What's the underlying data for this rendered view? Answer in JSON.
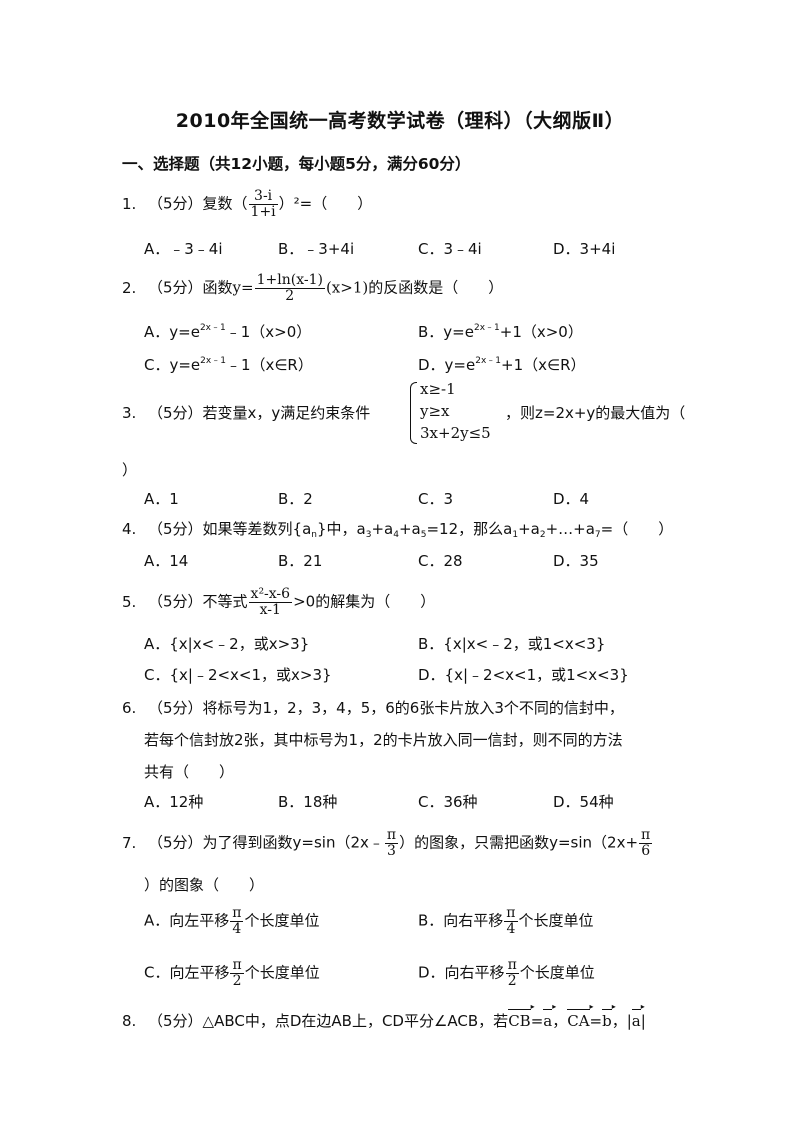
{
  "title": "2010年全国统一高考数学试卷（理科）（大纲版Ⅱ）",
  "section": "一、选择题（共12小题，每小题5分，满分60分）",
  "q1": {
    "num": "1.",
    "pre": "（5分）复数（",
    "frac_n": "3-i",
    "frac_d": "1+i",
    "post": "）²=（　　）",
    "options": [
      "A．﹣3﹣4i",
      "B．﹣3+4i",
      "C．3﹣4i",
      "D．3+4i"
    ]
  },
  "q2": {
    "num": "2.",
    "pre": "（5分）函数",
    "expr_pre": "y=",
    "frac_n": "1+ln(x-1)",
    "frac_d": "2",
    "expr_post": "(x>1)",
    "post": "的反函数是（　　）",
    "options": [
      {
        "pre": "A．y=e",
        "sup": "2x﹣1",
        "post": "﹣1（x>0）"
      },
      {
        "pre": "B．y=e",
        "sup": "2x﹣1",
        "post": "+1（x>0）"
      },
      {
        "pre": "C．y=e",
        "sup": "2x﹣1",
        "post": "﹣1（x∈R）"
      },
      {
        "pre": "D．y=e",
        "sup": "2x﹣1",
        "post": "+1（x∈R）"
      }
    ]
  },
  "q3": {
    "num": "3.",
    "pre": "（5分）若变量x，y满足约束条件",
    "conditions": [
      "x≥-1",
      "y≥x",
      "3x+2y≤5"
    ],
    "post": "，则z=2x+y的最大值为（",
    "cont": "）",
    "options": [
      "A．1",
      "B．2",
      "C．3",
      "D．4"
    ]
  },
  "q4": {
    "num": "4.",
    "text_a": "（5分）如果等差数列{a",
    "text_b": "}中，a",
    "text_c": "+a",
    "text_d": "+a",
    "text_e": "=12，那么a",
    "text_f": "+a",
    "text_g": "+…+a",
    "text_h": "=（　　）",
    "subs": [
      "n",
      "3",
      "4",
      "5",
      "1",
      "2",
      "7"
    ],
    "options": [
      "A．14",
      "B．21",
      "C．28",
      "D．35"
    ]
  },
  "q5": {
    "num": "5.",
    "pre": "（5分）不等式",
    "frac_n": "x²-x-6",
    "frac_d": "x-1",
    "post": ">0的解集为（　　）",
    "options": [
      "A．{x|x<﹣2，或x>3}",
      "B．{x|x<﹣2，或1<x<3}",
      "C．{x|﹣2<x<1，或x>3}",
      "D．{x|﹣2<x<1，或1<x<3}"
    ]
  },
  "q6": {
    "num": "6.",
    "line1": "（5分）将标号为1，2，3，4，5，6的6张卡片放入3个不同的信封中，",
    "line2": "若每个信封放2张，其中标号为1，2的卡片放入同一信封，则不同的方法",
    "line3": "共有（　　）",
    "options": [
      "A．12种",
      "B．18种",
      "C．36种",
      "D．54种"
    ]
  },
  "q7": {
    "num": "7.",
    "pre": "（5分）为了得到函数y=sin（2x﹣",
    "frac1_n": "π",
    "frac1_d": "3",
    "mid": "）的图象，只需把函数y=sin（2x+",
    "frac2_n": "π",
    "frac2_d": "6",
    "cont": "）的图象（　　）",
    "options": [
      {
        "pre": "A．向左平移",
        "n": "π",
        "d": "4",
        "post": "个长度单位"
      },
      {
        "pre": "B．向右平移",
        "n": "π",
        "d": "4",
        "post": "个长度单位"
      },
      {
        "pre": "C．向左平移",
        "n": "π",
        "d": "2",
        "post": "个长度单位"
      },
      {
        "pre": "D．向右平移",
        "n": "π",
        "d": "2",
        "post": "个长度单位"
      }
    ]
  },
  "q8": {
    "num": "8.",
    "pre": "（5分）△ABC中，点D在边AB上，CD平分∠ACB，若",
    "v1": "CB",
    "eq1": "=",
    "v2": "a",
    "sep": "，",
    "v3": "CA",
    "eq2": "=",
    "v4": "b",
    "tail": "，|",
    "v5": "a",
    "end": "|"
  }
}
